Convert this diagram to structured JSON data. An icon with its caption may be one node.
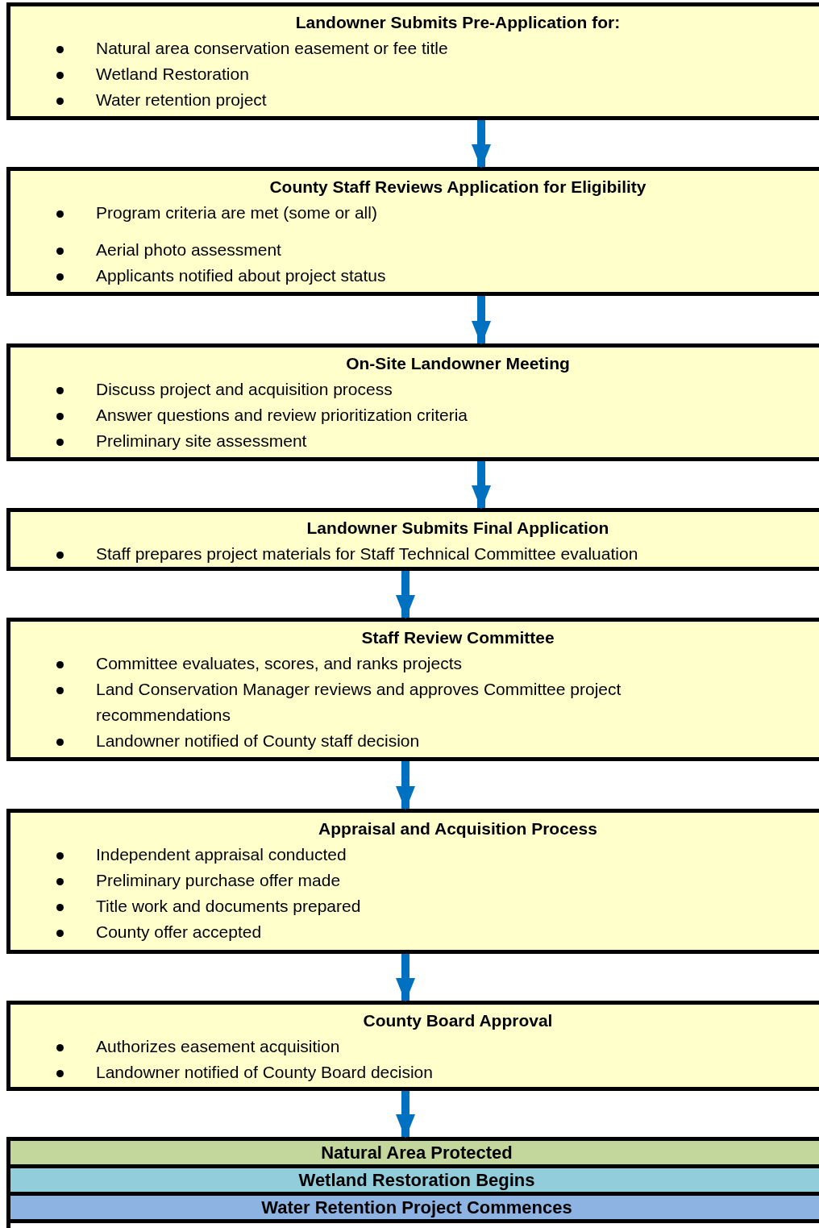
{
  "diagram": {
    "nodes": [
      {
        "text": [
          "Landowner Submits Pre-Application for:",
          "Natural area conservation easement or fee title",
          "Wetland Restoration",
          "Water retention project"
        ]
      },
      {
        "text": [
          "County Staff Reviews Application for Eligibility",
          "Program criteria are met (some or all)",
          "Aerial photo assessment",
          "Applicants notified about project status"
        ]
      },
      {
        "text": [
          "On-Site Landowner Meeting",
          "Discuss project and acquisition process",
          "Answer questions and review prioritization criteria",
          "Preliminary site assessment"
        ]
      },
      {
        "text": [
          "Landowner Submits Final Application",
          "Staff prepares project materials for Staff Technical Committee evaluation"
        ]
      },
      {
        "text": [
          "Staff Review Committee",
          "Committee evaluates, scores, and ranks projects",
          "Land Conservation Manager reviews and approves Committee project recommendations",
          "Landowner notified of County staff decision"
        ]
      },
      {
        "text": [
          "Appraisal and Acquisition Process",
          "Independent appraisal conducted",
          "Preliminary purchase offer made",
          "Title work and documents prepared",
          "County offer accepted"
        ]
      },
      {
        "text": [
          "County Board Approval",
          "Authorizes easement acquisition",
          "Landowner notified of County Board decision"
        ]
      },
      {
        "text": [],
        "shape": "box"
      },
      {
        "text": [
          "Natural Area Protected"
        ],
        "in": 7
      },
      {
        "text": [
          "Wetland Restoration Begins"
        ],
        "in": 7
      },
      {
        "text": [
          "Water Retention Project Commences"
        ],
        "in": 7
      }
    ],
    "edges": [
      {
        "from": 0,
        "to": 1,
        "arrow": "to"
      },
      {
        "from": 1,
        "to": 2,
        "arrow": "to"
      },
      {
        "from": 2,
        "to": 3,
        "arrow": "to"
      },
      {
        "from": 3,
        "to": 4,
        "arrow": "to"
      },
      {
        "from": 4,
        "to": 5,
        "arrow": "to"
      },
      {
        "from": 5,
        "to": 6,
        "arrow": "to"
      },
      {
        "from": 6,
        "to": 7,
        "arrow": "to"
      }
    ]
  }
}
